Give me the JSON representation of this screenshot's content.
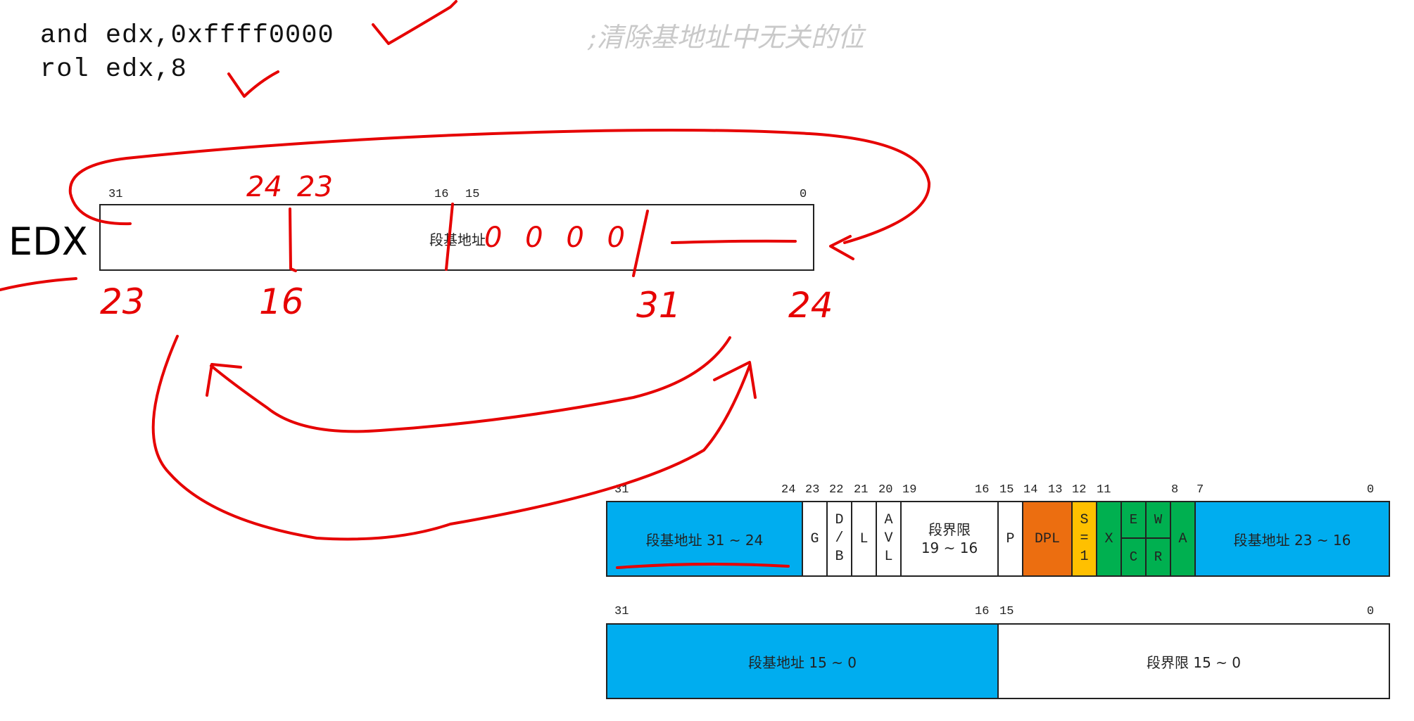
{
  "code": {
    "line1": "and edx,0xffff0000",
    "line2": "rol edx,8",
    "comment": ";清除基地址中无关的位"
  },
  "edx_register": {
    "label": "EDX",
    "field_label": "段基地址",
    "bits": {
      "b31": "31",
      "b16": "16",
      "b15": "15",
      "b0": "0"
    }
  },
  "handwriting": {
    "top": [
      "24",
      "23"
    ],
    "bottom": [
      "23",
      "16",
      "31",
      "24"
    ],
    "in_box": "0 0 0 0",
    "ink_color": "#e60000"
  },
  "descriptor_high": {
    "bits": [
      "31",
      "24",
      "23",
      "22",
      "21",
      "20",
      "19",
      "16",
      "15",
      "14",
      "13",
      "12",
      "11",
      "8",
      "7",
      "0"
    ],
    "fields": {
      "base_31_24": "段基地址  31 ~ 24",
      "g": "G",
      "db": [
        "D",
        "/",
        "B"
      ],
      "l": "L",
      "avl": [
        "A",
        "V",
        "L"
      ],
      "limit_title": "段界限",
      "limit_range": "19 ~ 16",
      "p": "P",
      "dpl": "DPL",
      "s": [
        "S",
        "=",
        "1"
      ],
      "x": "X",
      "e": "E",
      "c": "C",
      "w": "W",
      "r": "R",
      "a": "A",
      "base_23_16": "段基地址  23 ~ 16"
    }
  },
  "descriptor_low": {
    "bits": [
      "31",
      "16",
      "15",
      "0"
    ],
    "fields": {
      "base_15_0": "段基地址  15 ~ 0",
      "limit_15_0": "段界限  15 ~ 0"
    }
  },
  "colors": {
    "base": "#00adef",
    "dpl": "#ec6e10",
    "s": "#ffc000",
    "type": "#00b050"
  }
}
